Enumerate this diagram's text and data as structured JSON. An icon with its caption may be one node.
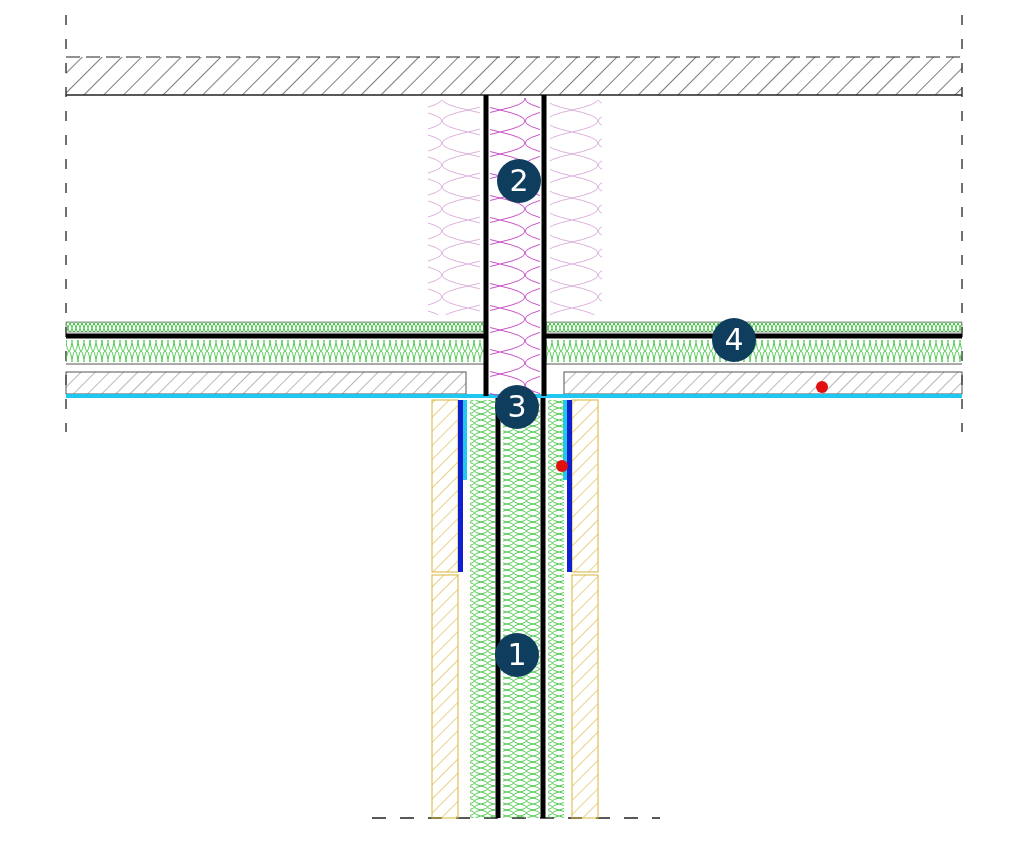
{
  "diagram": {
    "labels": [
      "2",
      "4",
      "3",
      "1"
    ]
  }
}
